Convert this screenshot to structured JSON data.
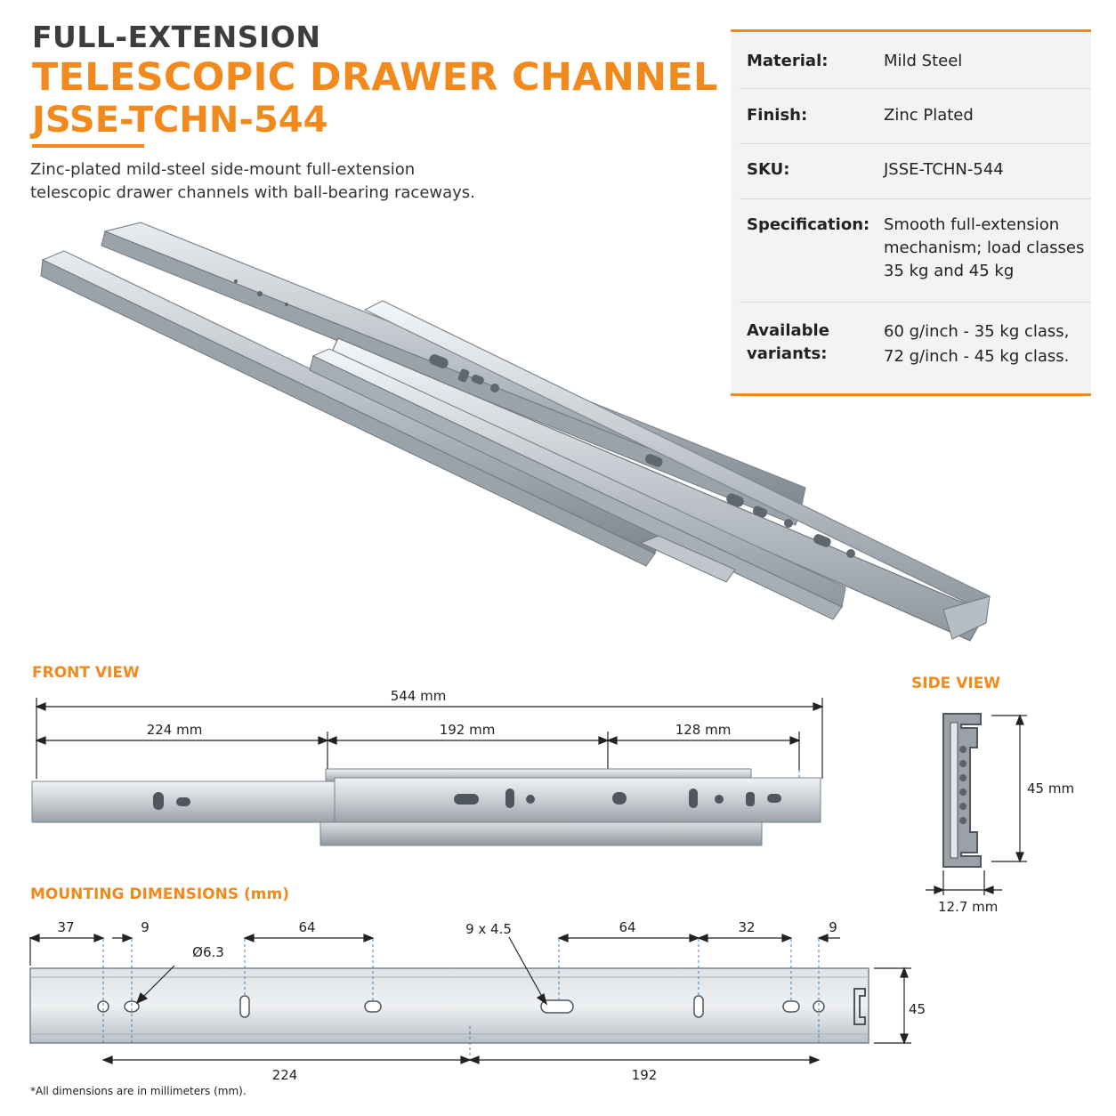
{
  "header": {
    "eyebrow": "FULL-EXTENSION",
    "title": "TELESCOPIC DRAWER CHANNEL",
    "model": "JSSE-TCHN-544",
    "description_line1": "Zinc-plated mild-steel side-mount full-extension",
    "description_line2": "telescopic drawer channels with ball-bearing raceways."
  },
  "specs": [
    {
      "label": "Material:",
      "value": "Mild Steel"
    },
    {
      "label": "Finish:",
      "value": "Zinc Plated"
    },
    {
      "label": "SKU:",
      "value": "JSSE-TCHN-544"
    },
    {
      "label": "Specification:",
      "value": "Smooth full-extension mechanism; load classes 35 kg and 45 kg"
    },
    {
      "label_line1": "Available",
      "label_line2": "variants:",
      "value_line1": "60 g/inch - 35 kg class,",
      "value_line2": "72 g/inch - 45 kg class."
    }
  ],
  "front_view": {
    "title": "FRONT VIEW",
    "total": "544 mm",
    "seg1": "224 mm",
    "seg2": "192 mm",
    "seg3": "128 mm"
  },
  "side_view": {
    "title": "SIDE VIEW",
    "height": "45 mm",
    "width": "12.7 mm"
  },
  "mounting": {
    "title": "MOUNTING DIMENSIONS (mm)",
    "d37": "37",
    "d9a": "9",
    "hole": "Ø6.3",
    "d64a": "64",
    "slot": "9 x 4.5",
    "d64b": "64",
    "d32": "32",
    "d9b": "9",
    "height": "45",
    "b224": "224",
    "b192": "192"
  },
  "footnote": "*All dimensions are in millimeters (mm).",
  "colors": {
    "accent": "#f2891c",
    "steel": "#c9ced3",
    "steel_dark": "#8d949b",
    "dim_line": "#222222"
  }
}
